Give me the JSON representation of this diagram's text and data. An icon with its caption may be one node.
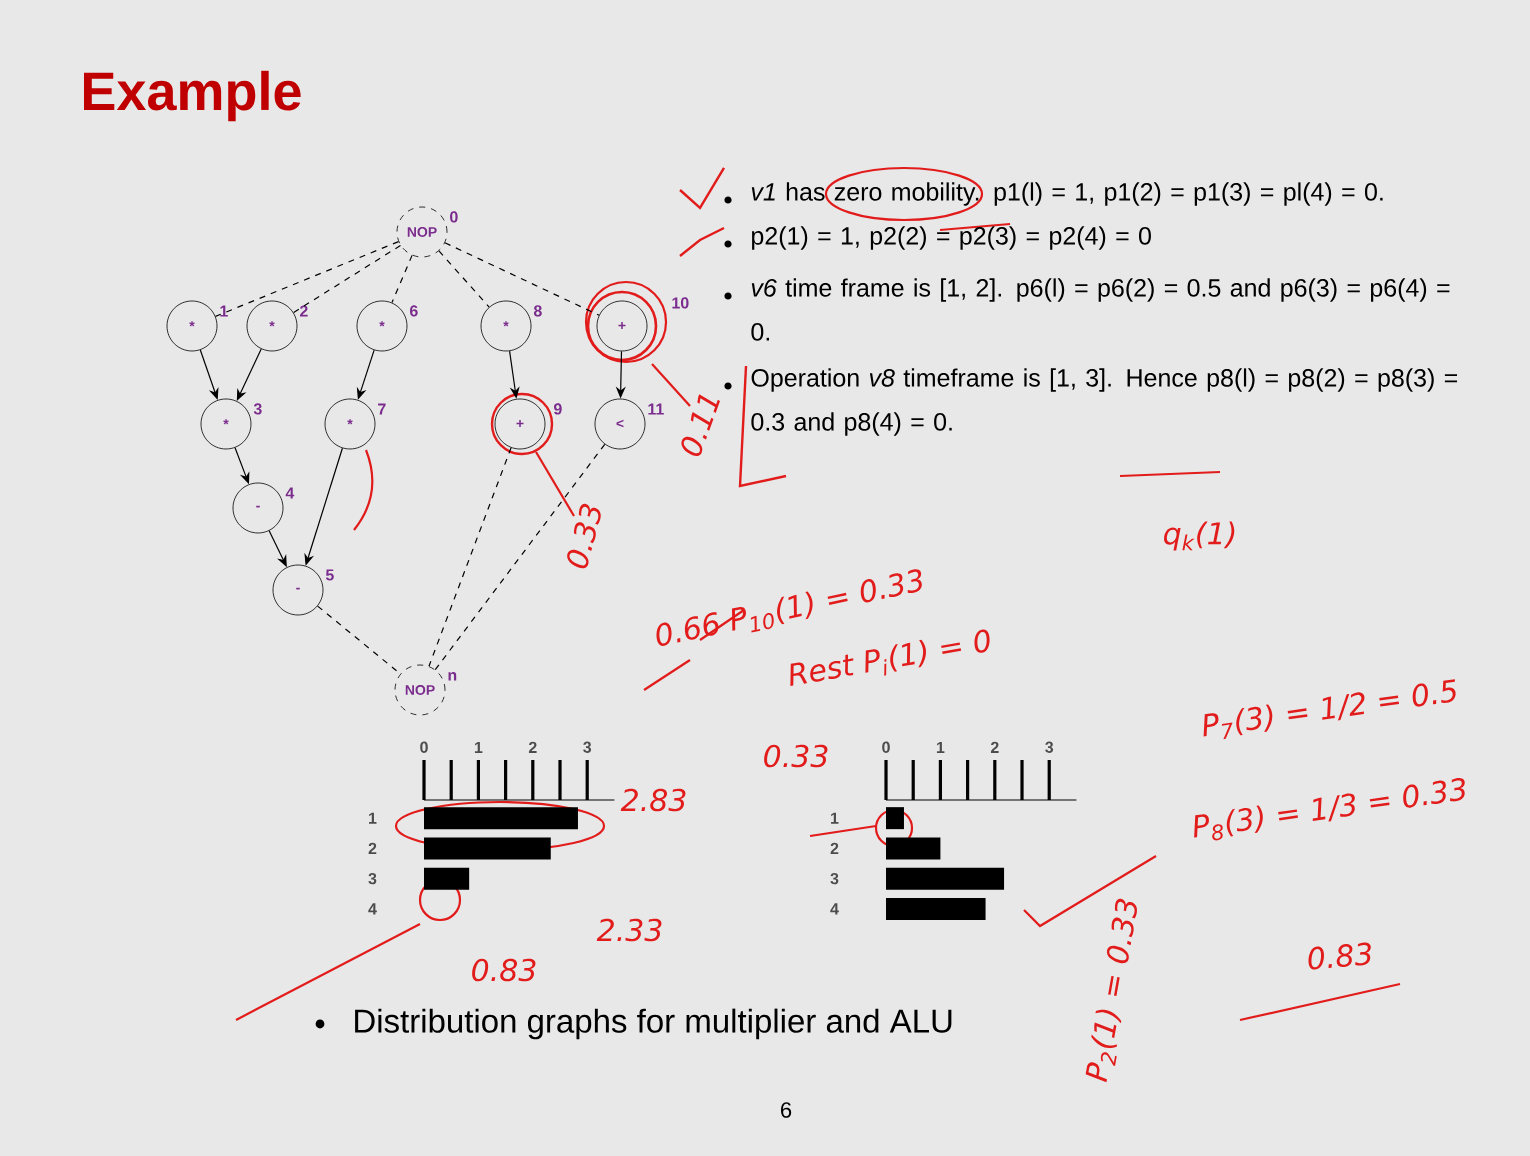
{
  "diagram": {
    "title": "Example",
    "caption": "Distribution graphs for multiplier and ALU",
    "nodes": [
      {
        "text": [
          "NOP"
        ],
        "beside": [
          "0"
        ]
      },
      {
        "text": [
          "*"
        ],
        "beside": [
          "1"
        ]
      },
      {
        "text": [
          "*"
        ],
        "beside": [
          "2"
        ]
      },
      {
        "text": [
          "*"
        ],
        "beside": [
          "6"
        ]
      },
      {
        "text": [
          "*"
        ],
        "beside": [
          "8"
        ]
      },
      {
        "text": [
          "+"
        ],
        "beside": [
          "10"
        ]
      },
      {
        "text": [
          "*"
        ],
        "beside": [
          "3"
        ]
      },
      {
        "text": [
          "*"
        ],
        "beside": [
          "7"
        ]
      },
      {
        "text": [
          "+"
        ],
        "beside": [
          "9"
        ]
      },
      {
        "text": [
          "<"
        ],
        "beside": [
          "11"
        ]
      },
      {
        "text": [
          "-"
        ],
        "beside": [
          "4"
        ]
      },
      {
        "text": [
          "-"
        ],
        "beside": [
          "5"
        ]
      },
      {
        "text": [
          "NOP"
        ],
        "beside": [
          "n"
        ]
      }
    ],
    "edges": [
      {
        "from": 0,
        "to": 1,
        "arrow": "none",
        "style": "dashed"
      },
      {
        "from": 0,
        "to": 2,
        "arrow": "none",
        "style": "dashed"
      },
      {
        "from": 0,
        "to": 3,
        "arrow": "none",
        "style": "dashed"
      },
      {
        "from": 0,
        "to": 4,
        "arrow": "none",
        "style": "dashed"
      },
      {
        "from": 0,
        "to": 5,
        "arrow": "none",
        "style": "dashed"
      },
      {
        "from": 1,
        "to": 6,
        "arrow": "to"
      },
      {
        "from": 2,
        "to": 6,
        "arrow": "to"
      },
      {
        "from": 3,
        "to": 7,
        "arrow": "to"
      },
      {
        "from": 4,
        "to": 8,
        "arrow": "to"
      },
      {
        "from": 5,
        "to": 9,
        "arrow": "to"
      },
      {
        "from": 6,
        "to": 10,
        "arrow": "to"
      },
      {
        "from": 10,
        "to": 11,
        "arrow": "to"
      },
      {
        "from": 7,
        "to": 11,
        "arrow": "to"
      },
      {
        "from": 11,
        "to": 12,
        "arrow": "none",
        "style": "dashed"
      },
      {
        "from": 8,
        "to": 12,
        "arrow": "none",
        "style": "dashed"
      },
      {
        "from": 9,
        "to": 12,
        "arrow": "none",
        "style": "dashed"
      }
    ],
    "labels": [
      "*v1* has zero mobility. p1(l) = 1, p1(2) = p1(3) = pl(4) = 0.",
      "p2(1) = 1, p2(2) = p2(3) = p2(4) = 0",
      "*v6* time frame is [1, 2]. p6(l) = p6(2) = 0.5 and p6(3) = p6(4) = 0.",
      "Operation *v8* timeframe is [1, 3]. Hence p8(l) = p8(2) = p8(3) = 0.3 and p8(4) = 0.",
      "6",
      "0.11",
      "0.33",
      "0.66 P$_{10}$(1) = 0.33",
      "Rest P$_{i}$(1) = 0",
      "q$_{k}$(1)",
      "P$_{7}$(3) = 1/2 = 0.5",
      "P$_{8}$(3) = 1/3 = 0.33",
      "2.83",
      "2.33",
      "0.83",
      "0.33",
      "P$_{2}$(1) = 0.33",
      "0.83"
    ],
    "chart_data": [
      {
        "type": "bar",
        "orientation": "horizontal",
        "categories": [
          "1",
          "2",
          "3",
          "4"
        ],
        "xlim": [
          0,
          3.5
        ],
        "xticks": [
          0,
          1,
          2,
          3
        ],
        "series": [
          {
            "color": "#000000",
            "values": [
              2.83,
              2.33,
              0.83,
              0
            ]
          }
        ]
      },
      {
        "type": "bar",
        "orientation": "horizontal",
        "categories": [
          "1",
          "2",
          "3",
          "4"
        ],
        "xlim": [
          0,
          3.5
        ],
        "xticks": [
          0,
          1,
          2,
          3
        ],
        "series": [
          {
            "color": "#000000",
            "values": [
              0.33,
              1.0,
              2.17,
              1.83
            ]
          }
        ]
      }
    ]
  }
}
